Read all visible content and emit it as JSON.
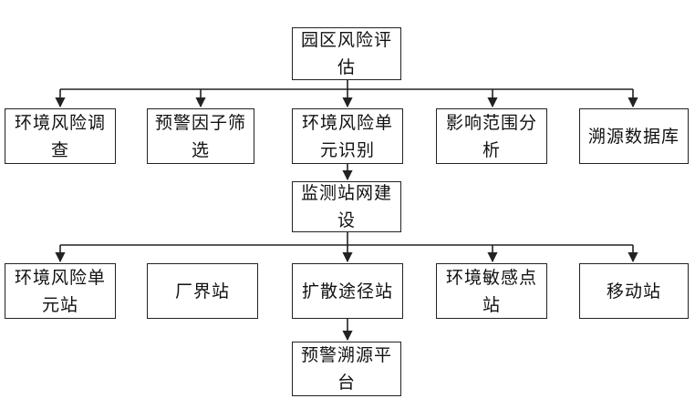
{
  "nodes": {
    "park_risk_assessment": "园区风险评估",
    "env_risk_survey": "环境风险调查",
    "warning_factor_screening": "预警因子筛选",
    "risk_unit_identification": "环境风险单元识别",
    "impact_range_analysis": "影响范围分析",
    "source_tracing_database": "溯源数据库",
    "monitoring_network_construction": "监测站网建设",
    "risk_unit_station": "环境风险单元站",
    "boundary_station": "厂界站",
    "diffusion_path_station": "扩散途径站",
    "sensitive_point_station": "环境敏感点站",
    "mobile_station": "移动站",
    "warning_tracing_platform": "预警溯源平台"
  }
}
